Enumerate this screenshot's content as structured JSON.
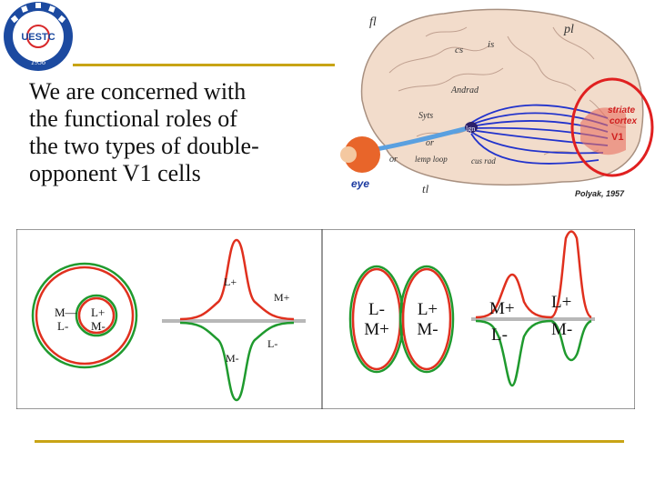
{
  "logo": {
    "center_text": "UESTC",
    "year": "1956",
    "icon": "university-seal-icon",
    "colors": {
      "blue": "#1c4aa0",
      "red": "#d8282a"
    }
  },
  "title": "We are concerned with\nthe functional roles of\nthe two types of double-\nopponent V1 cells",
  "brain_figure": {
    "labels": {
      "fl": "fl",
      "pl": "pl",
      "cs": "cs",
      "is": "is",
      "andrad": "Andrad",
      "syts": "Syts",
      "lgn": "lgn",
      "or": "or",
      "or2": "or",
      "lemp_loop": "lemp loop",
      "cus_rad": "cus rad",
      "tl": "tl",
      "eye": "eye",
      "striate": "striate",
      "cortex": "cortex",
      "v1": "V1",
      "credit": "Polyak, 1957"
    },
    "colors": {
      "brain": "#f2dccb",
      "fibers": "#2233cc",
      "highlight": "#e02020"
    }
  },
  "panel_left": {
    "outer_ring": [
      "M—",
      "L-"
    ],
    "inner_ring": [
      "L+",
      "M-"
    ],
    "curve_labels": {
      "l_plus": "L+",
      "m_plus": "M+",
      "l_minus": "L-",
      "m_minus": "M-"
    }
  },
  "panel_right": {
    "left_cell": [
      "L-",
      "M+"
    ],
    "right_cell": [
      "L+",
      "M-"
    ],
    "curve_labels": {
      "m_plus": "M+",
      "l_minus": "L-",
      "l_plus": "L+",
      "m_minus": "M-"
    }
  },
  "colors": {
    "red": "#e0301e",
    "green": "#1f9a2e",
    "gray_axis": "#b8b8b8",
    "gold_line": "#c8a415"
  }
}
